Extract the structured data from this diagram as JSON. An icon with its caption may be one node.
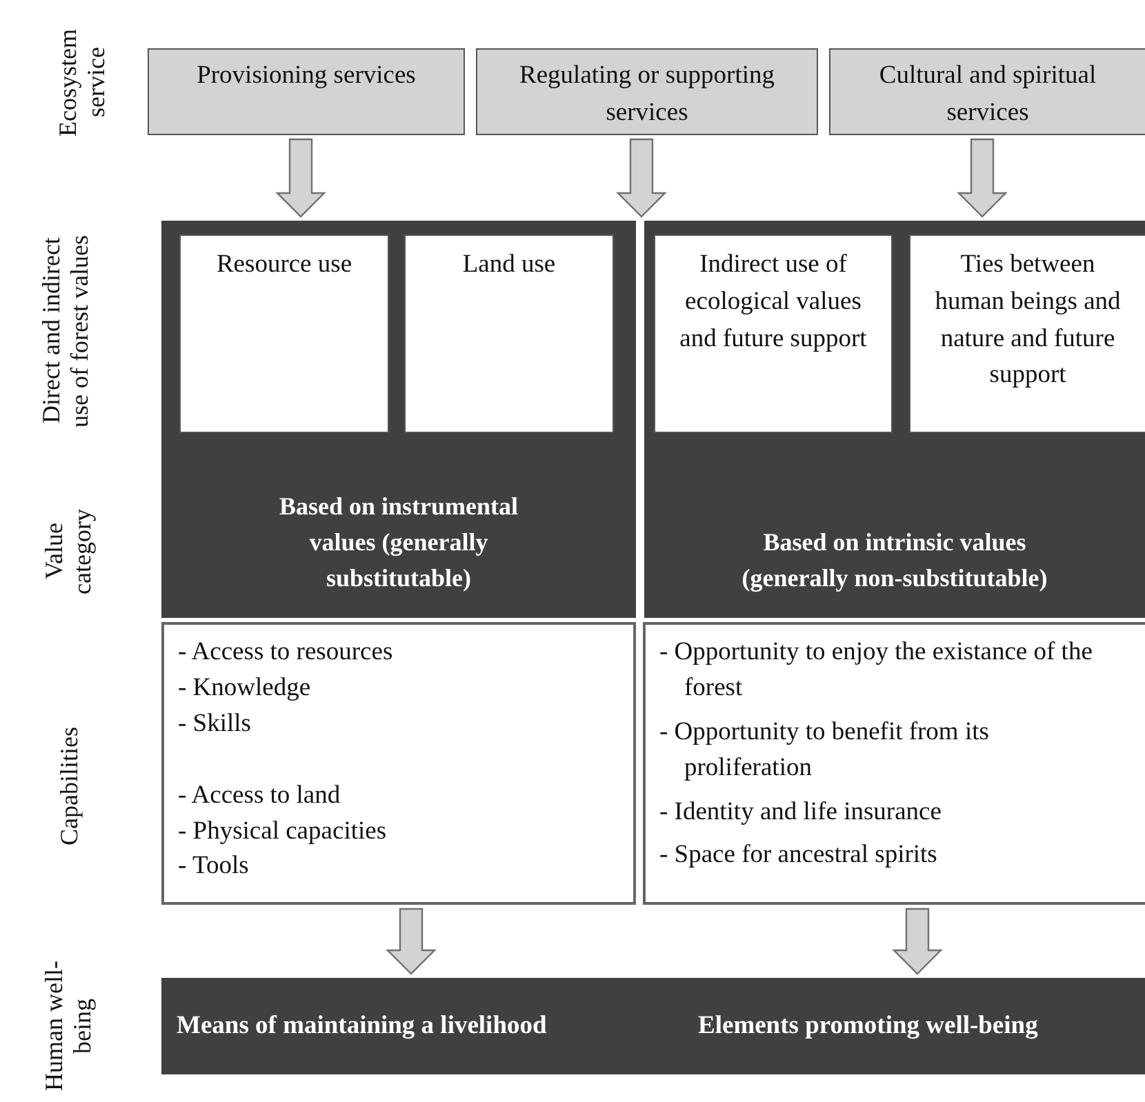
{
  "diagram": {
    "nodes": [
      {
        "text": [
          "Provisioning services"
        ]
      },
      {
        "text": [
          "Regulating or supporting services"
        ]
      },
      {
        "text": [
          "Cultural and spiritual services"
        ]
      },
      {
        "text": [
          "Based on instrumental values (generally substitutable)"
        ]
      },
      {
        "text": [
          "Resource use"
        ],
        "in": 3
      },
      {
        "text": [
          "Land use"
        ],
        "in": 3
      },
      {
        "text": [
          "Based on intrinsic values (generally non-substitutable)"
        ]
      },
      {
        "text": [
          "Indirect use of ecological values and future support"
        ],
        "in": 6
      },
      {
        "text": [
          "Ties between human beings and nature and future support"
        ],
        "in": 6
      },
      {
        "text": [
          "- Access to resources",
          "- Knowledge",
          "- Skills",
          "- Access to land",
          "- Physical capacities",
          "- Tools"
        ]
      },
      {
        "text": [
          "- Opportunity to enjoy the existance of the forest",
          "- Opportunity to benefit from its proliferation",
          "- Identity and life insurance",
          "- Space for ancestral spirits"
        ]
      },
      {
        "text": [
          "Means of maintaining a livelihood",
          "Elements promoting well-being"
        ]
      }
    ],
    "edges": [
      {
        "from": 0,
        "to": 3,
        "arrow": "to"
      },
      {
        "from": 1,
        "to": 6,
        "arrow": "to"
      },
      {
        "from": 2,
        "to": 6,
        "arrow": "to"
      },
      {
        "from": 9,
        "to": 11,
        "arrow": "to"
      },
      {
        "from": 10,
        "to": 11,
        "arrow": "to"
      }
    ],
    "labels": [
      "Ecosystem service",
      "Direct and indirect use of forest values",
      "Value category",
      "Capabilities",
      "Human well-being"
    ]
  }
}
